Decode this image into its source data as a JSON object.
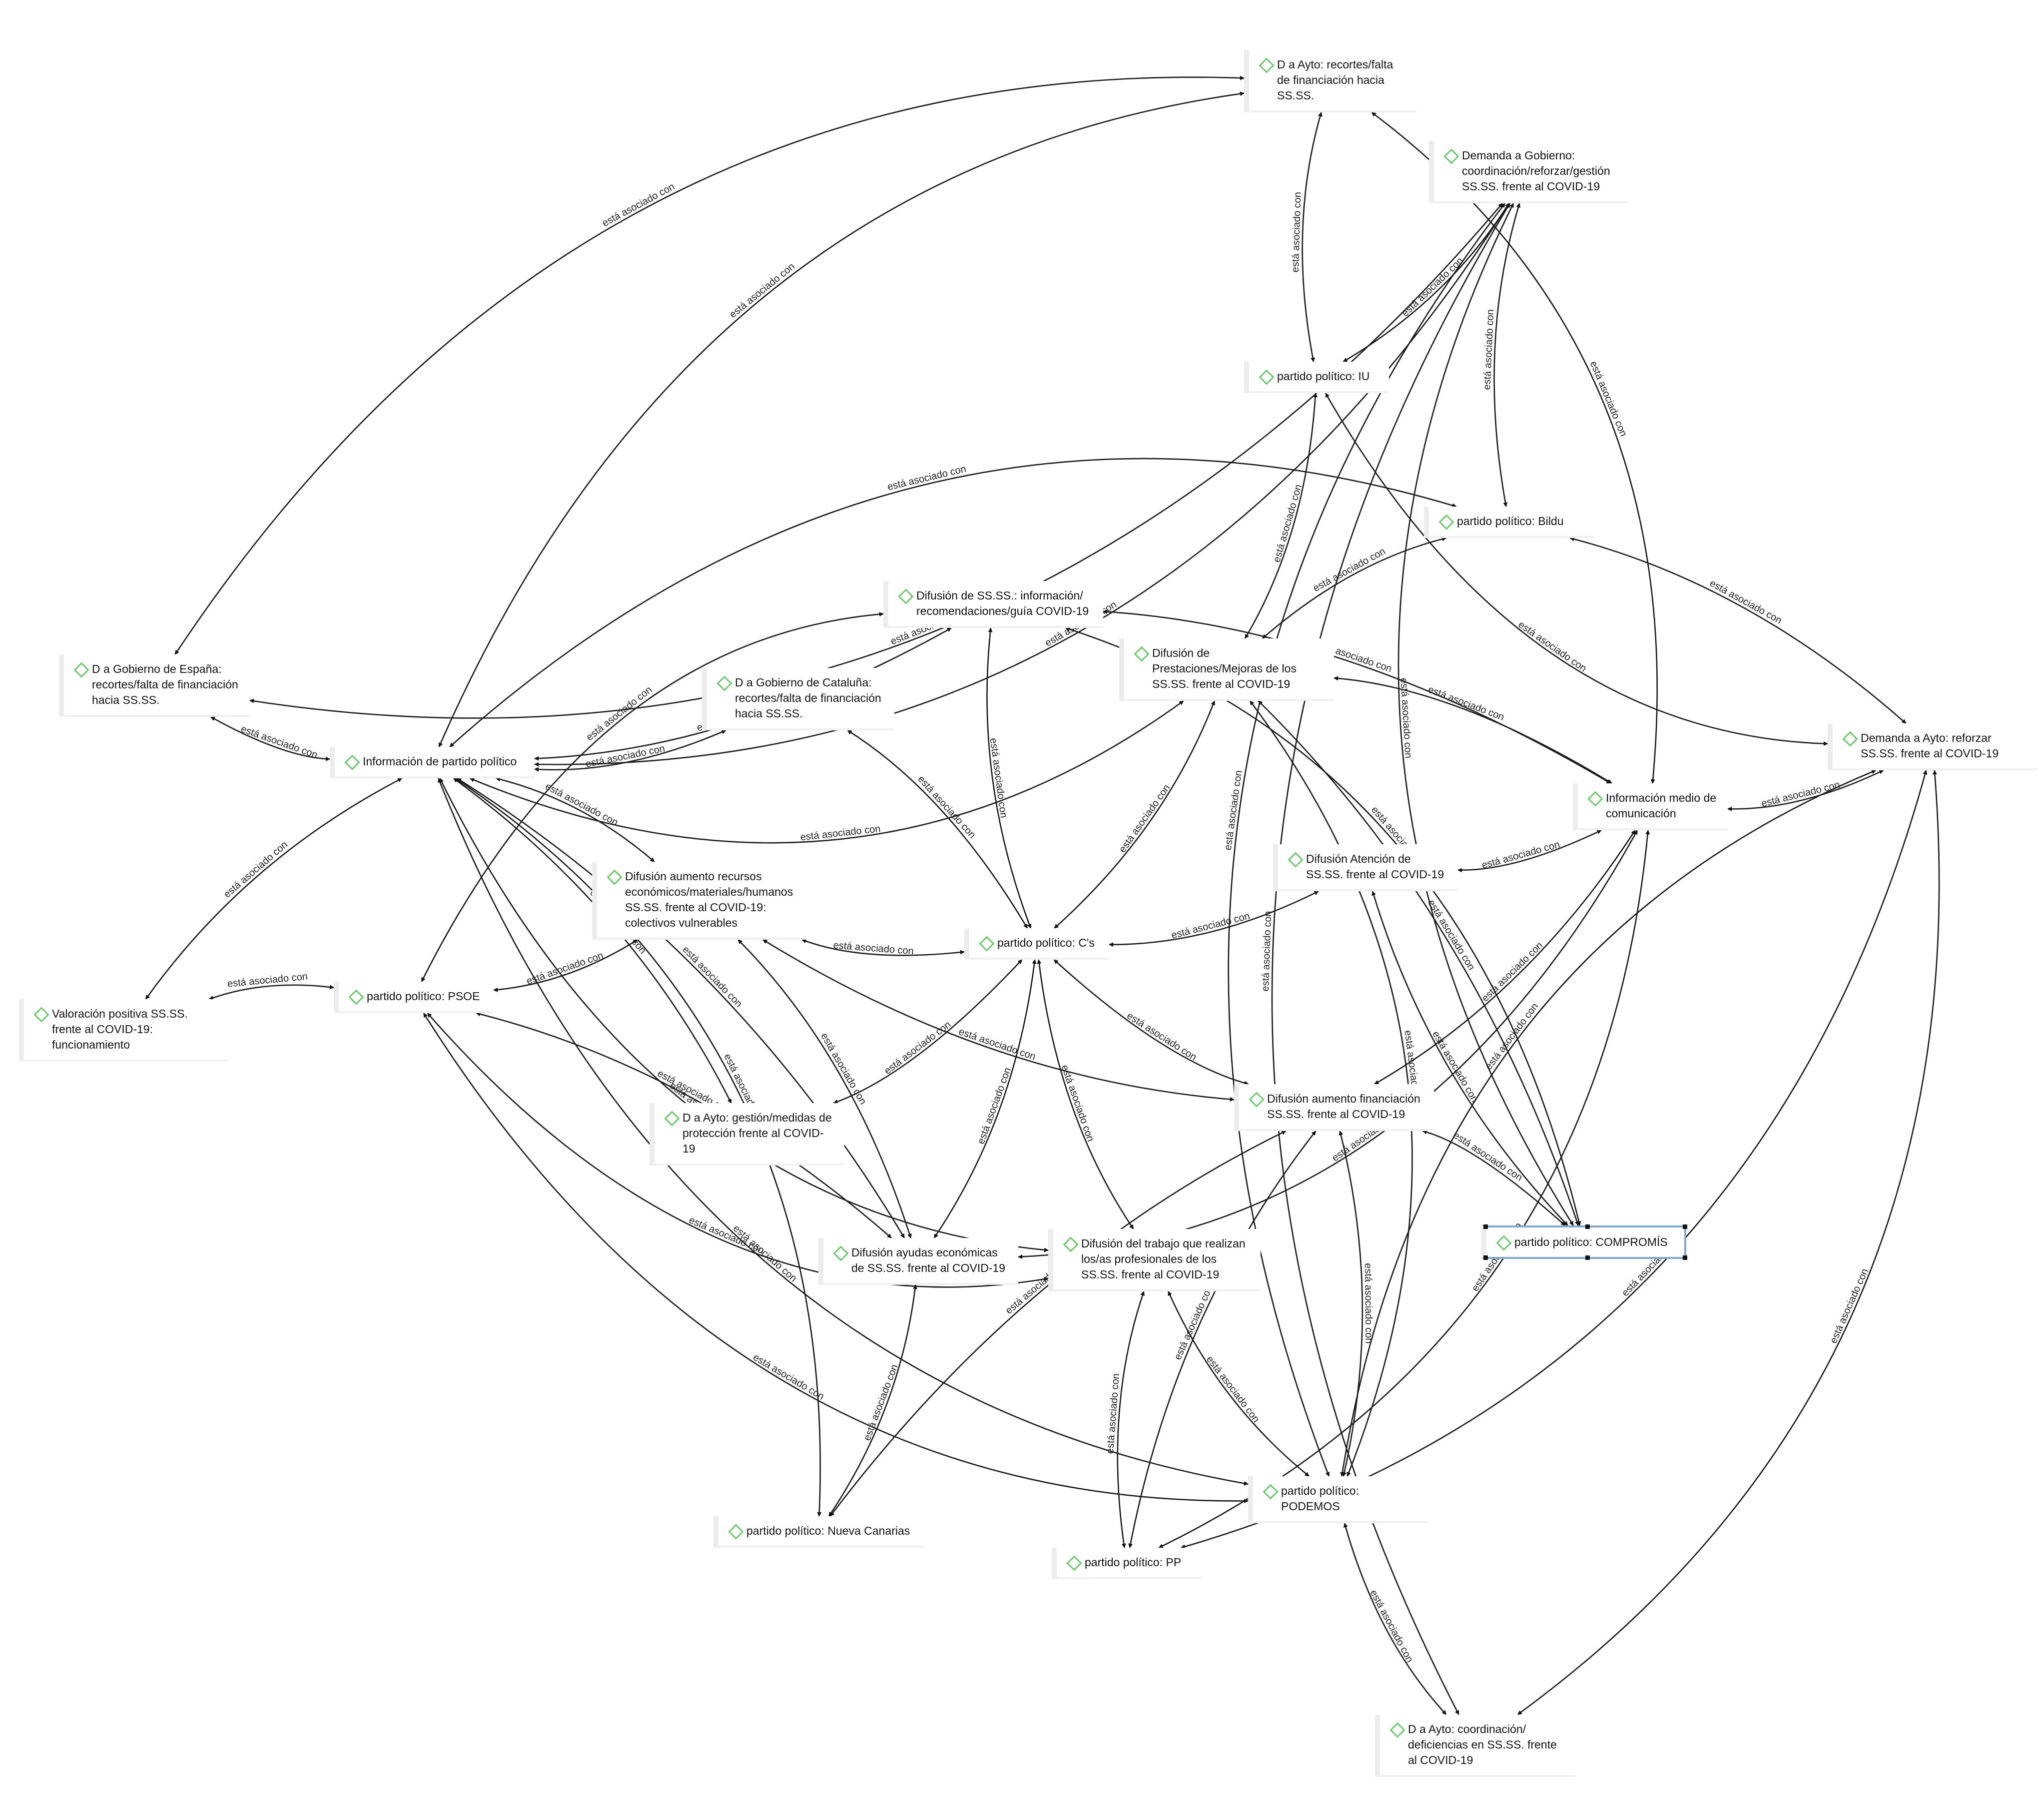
{
  "relation_label": "está asociado con",
  "nodes": [
    {
      "id": "ayto_recortes",
      "label": "D a Ayto: recortes/falta de financiación hacia SS.SS."
    },
    {
      "id": "gob_coord",
      "label": "Demanda a Gobierno: coordinación/reforzar/gestión SS.SS. frente al COVID-19"
    },
    {
      "id": "iu",
      "label": "partido político: IU"
    },
    {
      "id": "bildu",
      "label": "partido político: Bildu"
    },
    {
      "id": "dif_info",
      "label": "Difusión de SS.SS.: información/ recomendaciones/guía COVID-19"
    },
    {
      "id": "dif_prest",
      "label": "Difusión de Prestaciones/Mejoras de los SS.SS. frente al COVID-19"
    },
    {
      "id": "gob_espana",
      "label": "D a Gobierno de España: recortes/falta de financiación hacia SS.SS."
    },
    {
      "id": "gob_cataluna",
      "label": "D a Gobierno de Cataluña: recortes/falta de financiación hacia SS.SS."
    },
    {
      "id": "info_partido",
      "label": "Información de partido político"
    },
    {
      "id": "ayto_reforzar",
      "label": "Demanda a Ayto: reforzar SS.SS. frente al COVID-19"
    },
    {
      "id": "info_medio",
      "label": "Información medio de comunicación"
    },
    {
      "id": "dif_atencion",
      "label": "Difusión Atención de SS.SS. frente al COVID-19"
    },
    {
      "id": "dif_recursos",
      "label": "Difusión aumento recursos económicos/materiales/humanos SS.SS. frente al COVID-19: colectivos vulnerables"
    },
    {
      "id": "cs",
      "label": "partido político: C's"
    },
    {
      "id": "valoracion",
      "label": "Valoración positiva SS.SS. frente al COVID-19: funcionamiento"
    },
    {
      "id": "psoe",
      "label": "partido político: PSOE"
    },
    {
      "id": "ayto_gestion",
      "label": "D a Ayto: gestión/medidas de protección frente al COVID-19"
    },
    {
      "id": "dif_financiacion",
      "label": "Difusión aumento financiación SS.SS. frente al COVID-19"
    },
    {
      "id": "compromis",
      "label": "partido político: COMPROMÍS",
      "selected": true
    },
    {
      "id": "dif_ayudas",
      "label": "Difusión ayudas económicas de SS.SS. frente al COVID-19"
    },
    {
      "id": "dif_trabajo",
      "label": "Difusión del trabajo que realizan los/as profesionales de los SS.SS. frente al COVID-19"
    },
    {
      "id": "podemos",
      "label": "partido político: PODEMOS"
    },
    {
      "id": "nueva_canarias",
      "label": "partido político: Nueva Canarias"
    },
    {
      "id": "pp",
      "label": "partido político: PP"
    },
    {
      "id": "ayto_coord",
      "label": "D a Ayto: coordinación/ deficiencias en SS.SS. frente al COVID-19"
    }
  ],
  "edges": [
    [
      "cs",
      "gob_cataluna"
    ],
    [
      "cs",
      "dif_info"
    ],
    [
      "cs",
      "dif_prest"
    ],
    [
      "cs",
      "dif_recursos"
    ],
    [
      "cs",
      "dif_atencion"
    ],
    [
      "cs",
      "ayto_gestion"
    ],
    [
      "cs",
      "dif_financiacion"
    ],
    [
      "cs",
      "dif_ayudas"
    ],
    [
      "cs",
      "dif_trabajo"
    ],
    [
      "info_partido",
      "gob_espana"
    ],
    [
      "info_partido",
      "gob_cataluna"
    ],
    [
      "info_partido",
      "dif_recursos"
    ],
    [
      "info_partido",
      "valoracion"
    ],
    [
      "info_partido",
      "ayto_gestion"
    ],
    [
      "info_partido",
      "dif_info"
    ],
    [
      "info_partido",
      "ayto_recortes"
    ],
    [
      "info_partido",
      "gob_coord"
    ],
    [
      "info_partido",
      "bildu"
    ],
    [
      "info_partido",
      "dif_prest"
    ],
    [
      "info_partido",
      "dif_ayudas"
    ],
    [
      "info_partido",
      "podemos"
    ],
    [
      "info_partido",
      "nueva_canarias"
    ],
    [
      "info_partido",
      "dif_trabajo"
    ],
    [
      "valoracion",
      "psoe"
    ],
    [
      "psoe",
      "dif_recursos"
    ],
    [
      "psoe",
      "dif_info"
    ],
    [
      "psoe",
      "podemos"
    ],
    [
      "psoe",
      "dif_ayudas"
    ],
    [
      "psoe",
      "dif_trabajo"
    ],
    [
      "gob_espana",
      "ayto_recortes"
    ],
    [
      "gob_espana",
      "gob_coord"
    ],
    [
      "iu",
      "ayto_recortes"
    ],
    [
      "iu",
      "gob_coord"
    ],
    [
      "iu",
      "dif_prest"
    ],
    [
      "iu",
      "ayto_reforzar"
    ],
    [
      "bildu",
      "gob_coord"
    ],
    [
      "bildu",
      "dif_prest"
    ],
    [
      "bildu",
      "ayto_reforzar"
    ],
    [
      "info_medio",
      "ayto_reforzar"
    ],
    [
      "info_medio",
      "dif_atencion"
    ],
    [
      "info_medio",
      "dif_prest"
    ],
    [
      "info_medio",
      "dif_financiacion"
    ],
    [
      "info_medio",
      "ayto_recortes"
    ],
    [
      "info_medio",
      "pp"
    ],
    [
      "info_medio",
      "dif_info"
    ],
    [
      "info_medio",
      "dif_ayudas"
    ],
    [
      "compromis",
      "dif_financiacion"
    ],
    [
      "compromis",
      "dif_atencion"
    ],
    [
      "compromis",
      "dif_prest"
    ],
    [
      "compromis",
      "gob_coord"
    ],
    [
      "compromis",
      "dif_info"
    ],
    [
      "podemos",
      "dif_trabajo"
    ],
    [
      "podemos",
      "dif_financiacion"
    ],
    [
      "podemos",
      "ayto_reforzar"
    ],
    [
      "podemos",
      "ayto_coord"
    ],
    [
      "podemos",
      "gob_coord"
    ],
    [
      "podemos",
      "dif_prest"
    ],
    [
      "pp",
      "dif_trabajo"
    ],
    [
      "pp",
      "ayto_reforzar"
    ],
    [
      "pp",
      "dif_financiacion"
    ],
    [
      "nueva_canarias",
      "dif_ayudas"
    ],
    [
      "nueva_canarias",
      "dif_financiacion"
    ],
    [
      "ayto_coord",
      "ayto_reforzar"
    ],
    [
      "ayto_coord",
      "gob_coord"
    ],
    [
      "dif_recursos",
      "dif_financiacion"
    ],
    [
      "dif_recursos",
      "dif_ayudas"
    ]
  ]
}
